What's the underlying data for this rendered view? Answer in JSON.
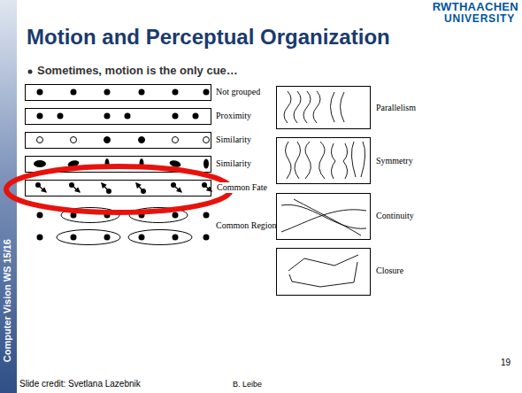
{
  "diagram": {
    "title": "Motion and Perceptual Organization",
    "labels": [
      "RWTHAACHEN",
      "UNIVERSITY",
      "Sometimes, motion is the only cue…",
      "Not grouped",
      "Proximity",
      "Similarity",
      "Similarity",
      "Common Fate",
      "Common Region",
      "Parallelism",
      "Symmetry",
      "Continuity",
      "Closure",
      "Computer Vision WS 15/16",
      "Slide credit: Svetlana Lazebnik",
      "B. Leibe",
      "19"
    ]
  }
}
